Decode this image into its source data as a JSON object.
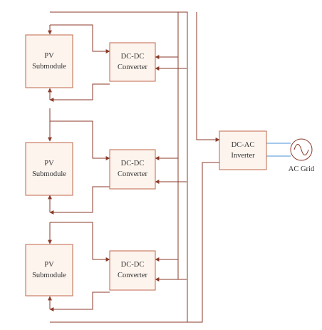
{
  "colors": {
    "box_fill": "#fdf4ee",
    "box_stroke": "#c0664a",
    "wire": "#8b3a2a",
    "grid_wire": "#4a90d9"
  },
  "pv_modules": [
    {
      "line1": "PV",
      "line2": "Submodule"
    },
    {
      "line1": "PV",
      "line2": "Submodule"
    },
    {
      "line1": "PV",
      "line2": "Submodule"
    }
  ],
  "converters": [
    {
      "line1": "DC-DC",
      "line2": "Converter"
    },
    {
      "line1": "DC-DC",
      "line2": "Converter"
    },
    {
      "line1": "DC-DC",
      "line2": "Converter"
    }
  ],
  "inverter": {
    "line1": "DC-AC",
    "line2": "Inverter"
  },
  "grid": {
    "label": "AC Grid",
    "icon": "ac-source-icon"
  }
}
